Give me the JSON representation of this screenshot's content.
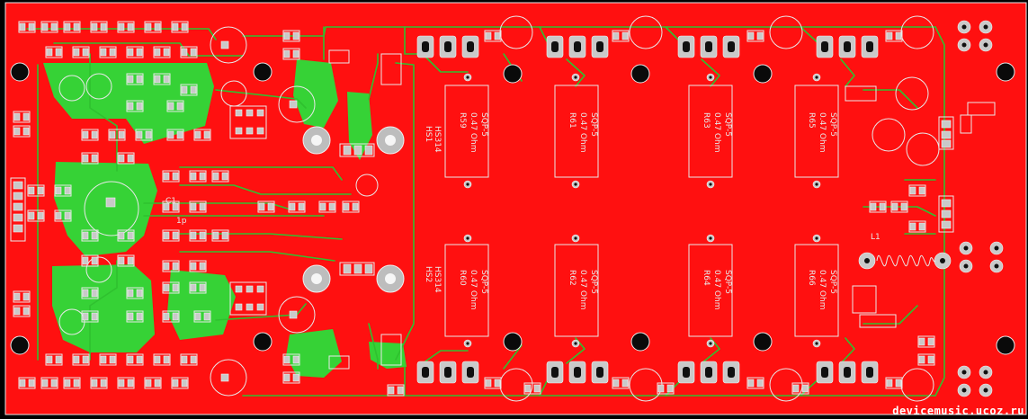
{
  "board": {
    "background_color": "#000000",
    "copper_color": "#ff1010",
    "trace_color": "#2fc12f",
    "silk_color": "#e8e8e8"
  },
  "resistors": [
    {
      "ref": "R59",
      "value": "0.47 Ohm",
      "pkg": "SQP-5"
    },
    {
      "ref": "R61",
      "value": "0.47 Ohm",
      "pkg": "SQP-5"
    },
    {
      "ref": "R63",
      "value": "0.47 Ohm",
      "pkg": "SQP-5"
    },
    {
      "ref": "R65",
      "value": "0.47 Ohm",
      "pkg": "SQP-5"
    },
    {
      "ref": "R60",
      "value": "0.47 Ohm",
      "pkg": "SQP-5"
    },
    {
      "ref": "R62",
      "value": "0.47 Ohm",
      "pkg": "SQP-5"
    },
    {
      "ref": "R64",
      "value": "0.47 Ohm",
      "pkg": "SQP-5"
    },
    {
      "ref": "R66",
      "value": "0.47 Ohm",
      "pkg": "SQP-5"
    }
  ],
  "heatsinks": [
    {
      "ref": "HS1",
      "part": "HS314"
    },
    {
      "ref": "HS2",
      "part": "HS314"
    }
  ],
  "labels": {
    "inductor": "L1",
    "capacitor": "C1",
    "cap_value": "1p"
  },
  "watermark": "devicemusic.ucoz.ru"
}
